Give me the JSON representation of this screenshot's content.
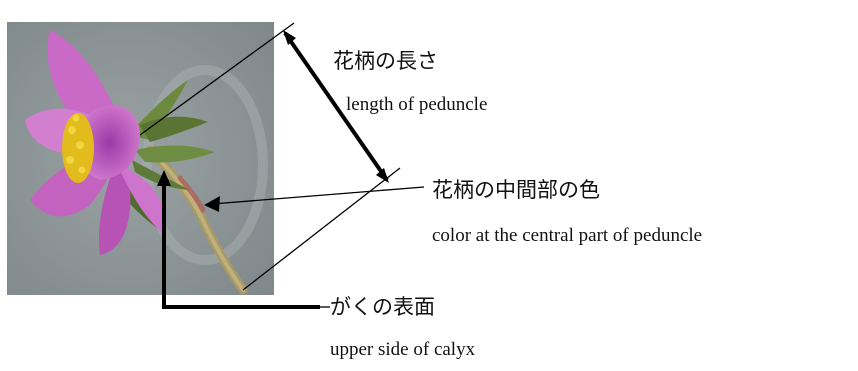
{
  "annotations": [
    {
      "id": "peduncle-length",
      "ja": "花柄の長さ",
      "en": "length of peduncle"
    },
    {
      "id": "peduncle-color",
      "ja": "花柄の中間部の色",
      "en": "color at the central part of peduncle"
    },
    {
      "id": "calyx-surface",
      "ja": "がくの表面",
      "en": "upper side of calyx"
    }
  ],
  "colors": {
    "photo_background": "#8e9698",
    "petal": "#c45bc2",
    "petal_dark": "#8e3aa0",
    "stamen": "#e6c21f",
    "sepal": "#5f7a38",
    "peduncle": "#b9a46a",
    "line": "#000000"
  }
}
